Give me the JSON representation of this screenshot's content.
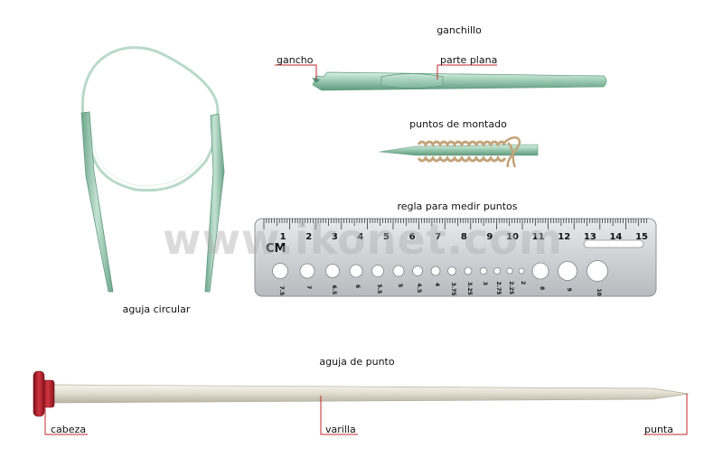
{
  "labels": {
    "crochet_title": "ganchillo",
    "hook": "gancho",
    "thumb_rest": "parte plana",
    "cast_on_title": "puntos de montado",
    "gauge_title": "regla para medir puntos",
    "circular_needle": "aguja circular",
    "knitting_needle_title": "aguja de punto",
    "head": "cabeza",
    "shank": "varilla",
    "tip": "punta"
  },
  "watermark": "www.ikonet.com",
  "gauge": {
    "unit": "CM",
    "ruler_numbers": [
      "1",
      "2",
      "3",
      "4",
      "5",
      "6",
      "7",
      "8",
      "9",
      "10",
      "11",
      "12",
      "13",
      "14",
      "15"
    ],
    "hole_sizes": [
      "7.5",
      "7",
      "6.5",
      "6",
      "5.5",
      "5",
      "4.5",
      "4",
      "3.75",
      "3.25",
      "3",
      "2.75",
      "2.25",
      "2",
      "8",
      "9",
      "10"
    ]
  },
  "colors": {
    "leader": "#c0272d",
    "needle_green": "#9ecdb4",
    "gauge_metal": "#d4d6d8",
    "needle_ivory": "#ece8dc",
    "cap_red": "#b8202a"
  }
}
